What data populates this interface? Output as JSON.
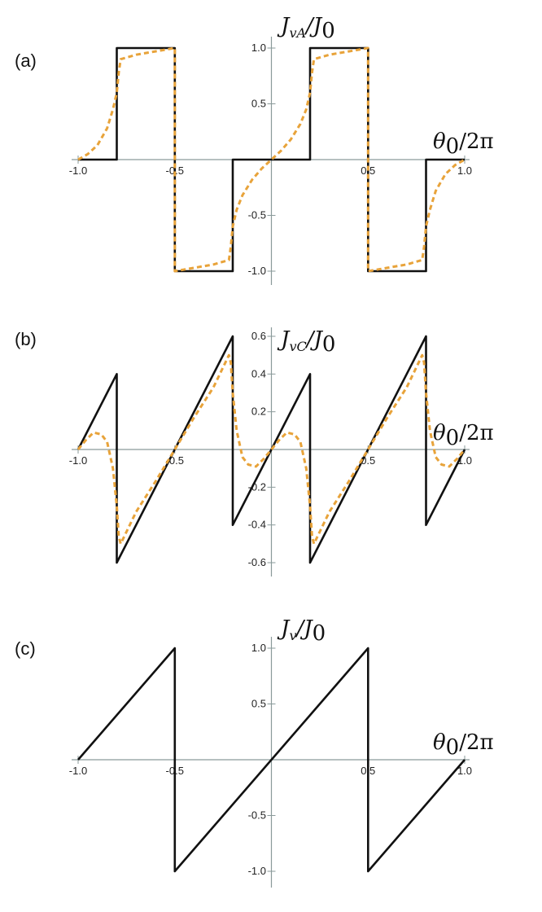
{
  "chart_data": [
    {
      "type": "line",
      "panel_label": "(a)",
      "ylabel": {
        "main": "J",
        "sub": "vA",
        "rest": "/J",
        "sub2": "0"
      },
      "xlabel": {
        "main": "θ",
        "sub": "0",
        "rest": "/2π"
      },
      "xlim": [
        -1.0,
        1.0
      ],
      "ylim": [
        -1.0,
        1.0
      ],
      "xticks": [
        "-1.0",
        "-0.5",
        "0.5",
        "1.0"
      ],
      "xtick_values": [
        -1.0,
        -0.5,
        0.5,
        1.0
      ],
      "yticks": [
        "1.0",
        "0.5",
        "-0.5",
        "-1.0"
      ],
      "ytick_values": [
        1.0,
        0.5,
        -0.5,
        -1.0
      ],
      "series": [
        {
          "style": "solid",
          "color": "#111111",
          "x": [
            -1.0,
            -0.8,
            -0.8,
            -0.5,
            -0.5,
            -0.2,
            -0.2,
            0.2,
            0.2,
            0.5,
            0.5,
            0.8,
            0.8,
            1.0
          ],
          "y": [
            0,
            0,
            1,
            1,
            -1,
            -1,
            0,
            0,
            1,
            1,
            -1,
            -1,
            0,
            0
          ]
        },
        {
          "style": "dashed",
          "color": "#E8A33A",
          "x": [
            -1.0,
            -0.95,
            -0.9,
            -0.85,
            -0.82,
            -0.8,
            -0.79,
            -0.78,
            -0.7,
            -0.6,
            -0.5,
            -0.5,
            -0.4,
            -0.3,
            -0.22,
            -0.21,
            -0.2,
            -0.18,
            -0.15,
            -0.1,
            -0.05,
            0.0,
            0.05,
            0.1,
            0.15,
            0.18,
            0.2,
            0.21,
            0.22,
            0.3,
            0.4,
            0.5,
            0.5,
            0.6,
            0.7,
            0.78,
            0.79,
            0.8,
            0.82,
            0.85,
            0.9,
            0.95,
            1.0
          ],
          "y": [
            0,
            0.05,
            0.13,
            0.28,
            0.45,
            0.6,
            0.78,
            0.9,
            0.94,
            0.97,
            1.0,
            -1.0,
            -0.97,
            -0.94,
            -0.9,
            -0.78,
            -0.6,
            -0.45,
            -0.32,
            -0.18,
            -0.08,
            0.0,
            0.08,
            0.18,
            0.32,
            0.45,
            0.6,
            0.78,
            0.9,
            0.94,
            0.97,
            1.0,
            -1.0,
            -0.97,
            -0.94,
            -0.9,
            -0.78,
            -0.6,
            -0.45,
            -0.28,
            -0.13,
            -0.05,
            0
          ]
        }
      ]
    },
    {
      "type": "line",
      "panel_label": "(b)",
      "ylabel": {
        "main": "J",
        "sub": "vC",
        "rest": "/J",
        "sub2": "0"
      },
      "xlabel": {
        "main": "θ",
        "sub": "0",
        "rest": "/2π"
      },
      "xlim": [
        -1.0,
        1.0
      ],
      "ylim": [
        -0.6,
        0.6
      ],
      "xticks": [
        "-1.0",
        "-0.5",
        "0.5",
        "1.0"
      ],
      "xtick_values": [
        -1.0,
        -0.5,
        0.5,
        1.0
      ],
      "yticks": [
        "0.6",
        "0.4",
        "0.2",
        "-0.2",
        "-0.4",
        "-0.6"
      ],
      "ytick_values": [
        0.6,
        0.4,
        0.2,
        -0.2,
        -0.4,
        -0.6
      ],
      "series": [
        {
          "style": "solid",
          "color": "#111111",
          "x": [
            -1.0,
            -0.8,
            -0.8,
            -0.2,
            -0.2,
            0.2,
            0.2,
            0.8,
            0.8,
            1.0
          ],
          "y": [
            0,
            0.4,
            -0.6,
            0.6,
            -0.4,
            0.4,
            -0.6,
            0.6,
            -0.4,
            0
          ]
        },
        {
          "style": "dashed",
          "color": "#E8A33A",
          "x": [
            -1.0,
            -0.96,
            -0.92,
            -0.88,
            -0.85,
            -0.82,
            -0.8,
            -0.79,
            -0.78,
            -0.7,
            -0.6,
            -0.5,
            -0.4,
            -0.3,
            -0.22,
            -0.21,
            -0.2,
            -0.18,
            -0.15,
            -0.12,
            -0.08,
            -0.04,
            0.0,
            0.04,
            0.08,
            0.12,
            0.15,
            0.18,
            0.2,
            0.21,
            0.22,
            0.3,
            0.4,
            0.5,
            0.6,
            0.7,
            0.78,
            0.79,
            0.8,
            0.82,
            0.85,
            0.88,
            0.92,
            0.96,
            1.0
          ],
          "y": [
            0,
            0.05,
            0.09,
            0.08,
            0.04,
            -0.1,
            -0.3,
            -0.46,
            -0.5,
            -0.33,
            -0.17,
            0.0,
            0.17,
            0.33,
            0.5,
            0.46,
            0.3,
            0.1,
            -0.04,
            -0.08,
            -0.09,
            -0.05,
            0.0,
            0.05,
            0.09,
            0.08,
            0.04,
            -0.1,
            -0.3,
            -0.46,
            -0.5,
            -0.33,
            -0.17,
            0.0,
            0.17,
            0.33,
            0.5,
            0.46,
            0.3,
            0.1,
            -0.04,
            -0.08,
            -0.09,
            -0.05,
            0
          ]
        }
      ]
    },
    {
      "type": "line",
      "panel_label": "(c)",
      "ylabel": {
        "main": "J",
        "sub": "v",
        "rest": "/J",
        "sub2": "0"
      },
      "xlabel": {
        "main": "θ",
        "sub": "0",
        "rest": "/2π"
      },
      "xlim": [
        -1.0,
        1.0
      ],
      "ylim": [
        -1.0,
        1.0
      ],
      "xticks": [
        "-1.0",
        "-0.5",
        "0.5",
        "1.0"
      ],
      "xtick_values": [
        -1.0,
        -0.5,
        0.5,
        1.0
      ],
      "yticks": [
        "1.0",
        "0.5",
        "-0.5",
        "-1.0"
      ],
      "ytick_values": [
        1.0,
        0.5,
        -0.5,
        -1.0
      ],
      "series": [
        {
          "style": "solid",
          "color": "#111111",
          "x": [
            -1.0,
            -0.5,
            -0.5,
            0.5,
            0.5,
            1.0
          ],
          "y": [
            0,
            1,
            -1,
            1,
            -1,
            0
          ]
        }
      ]
    }
  ]
}
